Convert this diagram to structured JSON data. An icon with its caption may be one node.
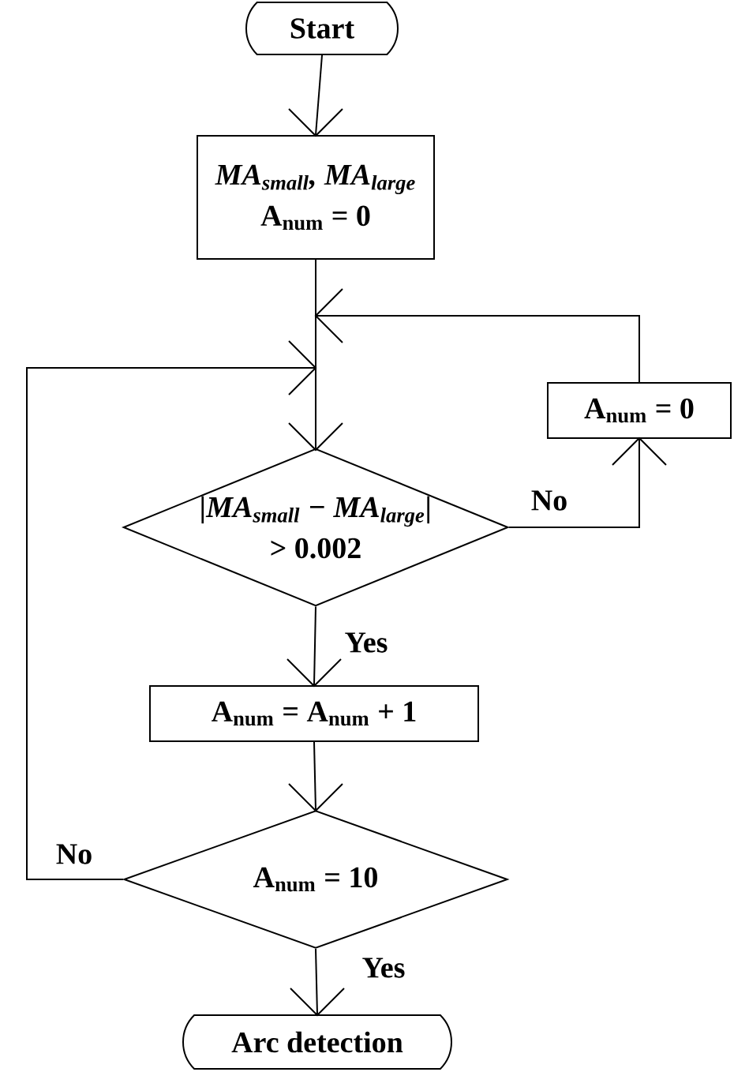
{
  "diagram": {
    "nodes": [
      {
        "text": [
          "Start"
        ]
      },
      {
        "text": [
          "MA$_{small}$, MA$_{large}$",
          "A$_{num}$ = 0"
        ]
      },
      {
        "text": [
          "A$_{num}$ = 0"
        ]
      },
      {
        "text": [
          "|MA$_{small}$ − MA$_{large}$|",
          "> 0.002"
        ]
      },
      {
        "text": [
          "A$_{num}$ = A$_{num}$ + 1"
        ]
      },
      {
        "text": [
          "A$_{num}$ = 10"
        ]
      },
      {
        "text": [
          "Arc detection"
        ]
      }
    ],
    "edges": [
      {
        "from": 0,
        "to": 1,
        "arrow": "to"
      },
      {
        "from": 1,
        "to": 3,
        "arrow": "to"
      },
      {
        "from": 3,
        "to": 2,
        "arrow": "to",
        "label": "No"
      },
      {
        "from": 2,
        "to": 3,
        "arrow": "to"
      },
      {
        "from": 3,
        "to": 4,
        "arrow": "to",
        "label": "Yes"
      },
      {
        "from": 4,
        "to": 5,
        "arrow": "to"
      },
      {
        "from": 5,
        "to": 3,
        "arrow": "to",
        "label": "No"
      },
      {
        "from": 5,
        "to": 6,
        "arrow": "to",
        "label": "Yes"
      }
    ]
  }
}
